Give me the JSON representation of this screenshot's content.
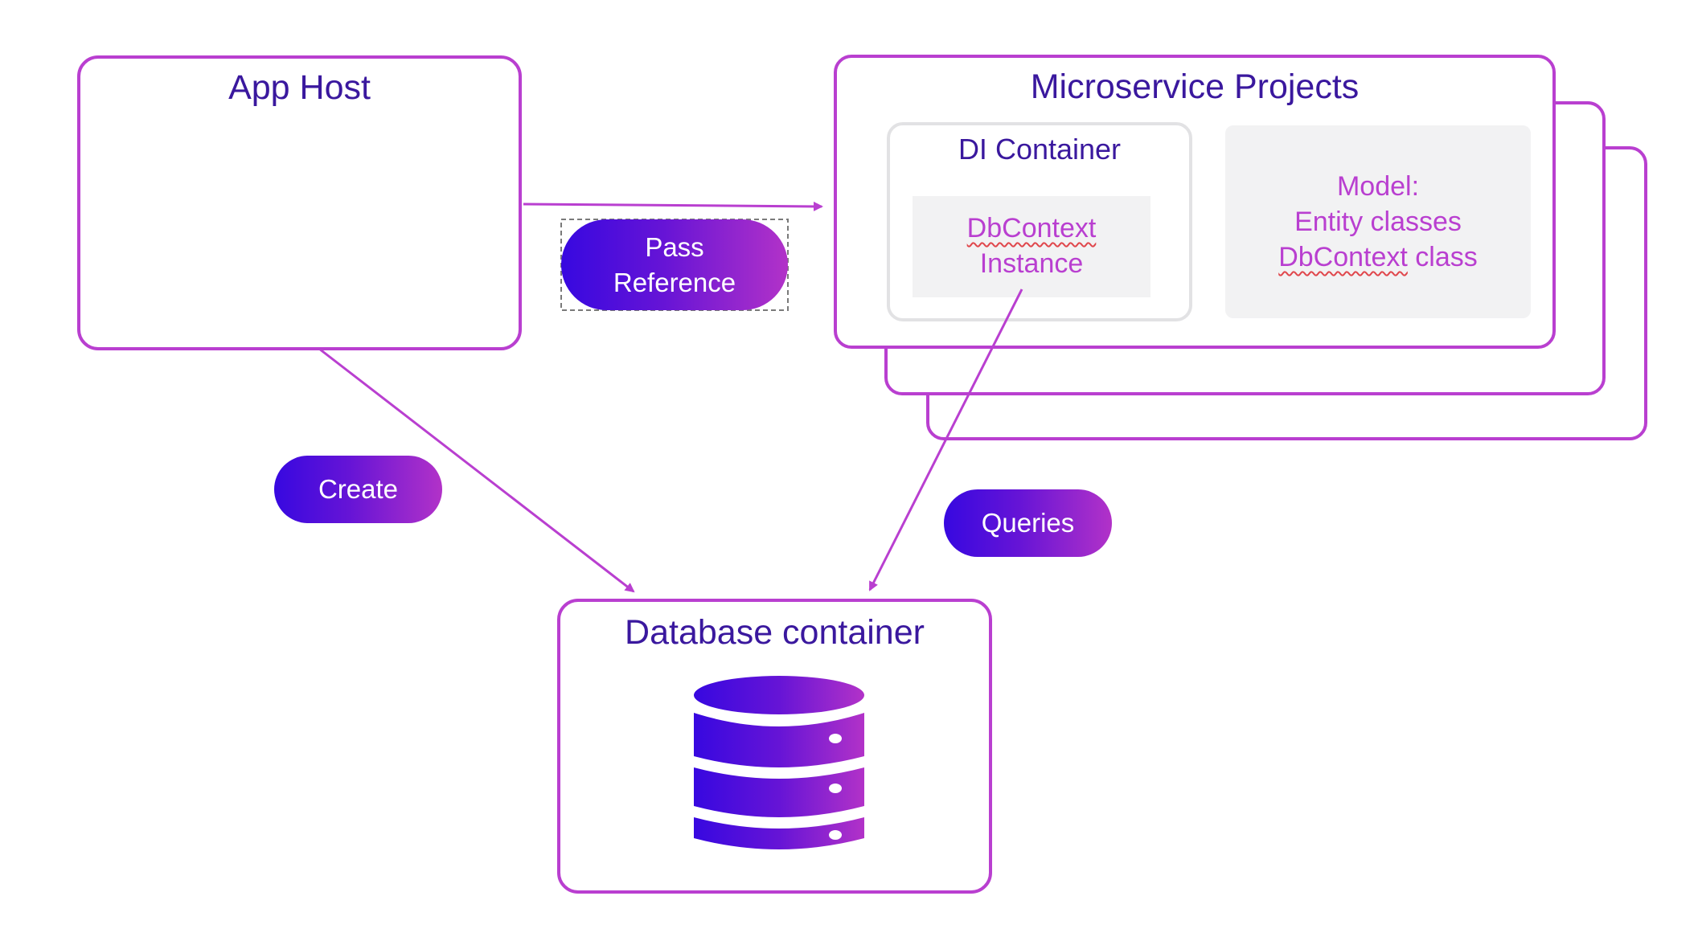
{
  "app_host": {
    "title": "App Host"
  },
  "microservice": {
    "title": "Microservice Projects",
    "di_container": {
      "title": "DI Container",
      "instance_line1": "DbContext",
      "instance_line2": "Instance"
    },
    "model": {
      "line1": "Model:",
      "line2": "Entity classes",
      "line3_word": "DbContext",
      "line3_rest": " class"
    }
  },
  "database": {
    "title": "Database container"
  },
  "labels": {
    "pass_line1": "Pass",
    "pass_line2": "Reference",
    "create": "Create",
    "queries": "Queries"
  },
  "colors": {
    "accent": "#b93fd0",
    "title_text": "#3a189e",
    "gradient_start": "#3708e0",
    "gradient_end": "#b232c8",
    "panel_bg": "#f2f2f3"
  }
}
